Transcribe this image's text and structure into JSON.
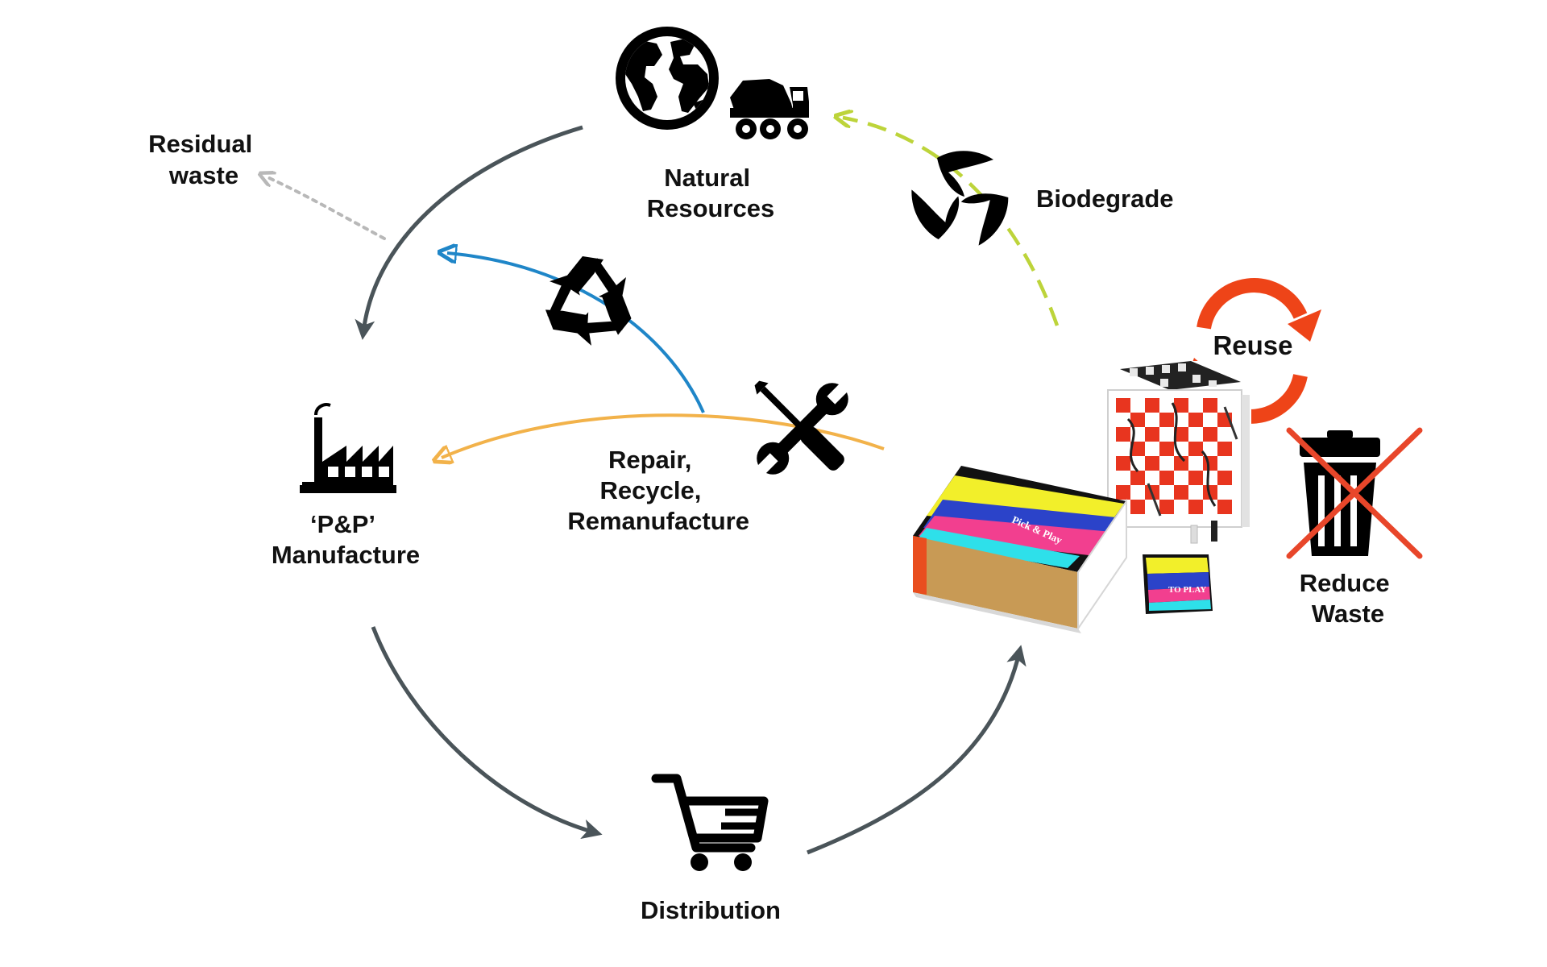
{
  "labels": {
    "natural_resources": [
      "Natural",
      "Resources"
    ],
    "residual_waste": [
      "Residual",
      "waste"
    ],
    "biodegrade": "Biodegrade",
    "manufacture": [
      "‘P&P’",
      "Manufacture"
    ],
    "repair_recycle": [
      "Repair,",
      "Recycle,",
      "Remanufacture"
    ],
    "distribution": "Distribution",
    "reuse": "Reuse",
    "reduce_waste": [
      "Reduce",
      "Waste"
    ]
  },
  "product_text": {
    "box_lid": "Pick & Play",
    "card": "TO PLAY"
  },
  "colors": {
    "cycle_arrow": "#4a5459",
    "recycle_arrow": "#1f86c8",
    "repair_arrow": "#f2b24a",
    "biodegrade_arrow": "#bdd43a",
    "residual_arrow": "#b8b8b8",
    "reuse_arrows": "#ee4418",
    "cross": "#e8462a",
    "icon": "#000000"
  },
  "icons": [
    "globe-icon",
    "dump-truck-icon",
    "factory-icon",
    "recycle-icon",
    "tools-icon",
    "leaves-icon",
    "shopping-cart-icon",
    "reuse-arrows-icon",
    "trash-can-icon"
  ]
}
